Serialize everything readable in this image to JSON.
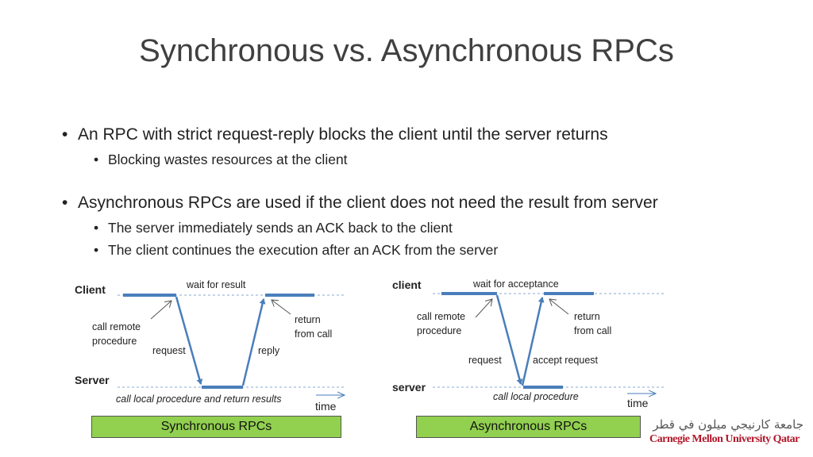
{
  "title": "Synchronous vs. Asynchronous RPCs",
  "bullets": {
    "b1": "An RPC with strict request-reply blocks the client until the server returns",
    "b1_sub1": "Blocking wastes resources at the client",
    "b2": "Asynchronous RPCs are used if the client does not need the result from server",
    "b2_sub1": "The server immediately sends an ACK back to the client",
    "b2_sub2": "The client continues the execution after an ACK from the server"
  },
  "sync": {
    "client": "Client",
    "server": "Server",
    "wait": "wait for result",
    "call1": "call remote",
    "call2": "procedure",
    "request": "request",
    "reply": "reply",
    "ret1": "return",
    "ret2": "from call",
    "local": "call local procedure and return results",
    "time": "time",
    "caption": "Synchronous RPCs"
  },
  "async": {
    "client": "client",
    "server": "server",
    "wait": "wait for acceptance",
    "call1": "call remote",
    "call2": "procedure",
    "request": "request",
    "accept": "accept request",
    "ret1": "return",
    "ret2": "from call",
    "local": "call local procedure",
    "time": "time",
    "caption": "Asynchronous RPCs"
  },
  "logo": {
    "arabic": "جامعة كارنيجي ميلون في قطر",
    "english": "Carnegie Mellon University Qatar"
  },
  "colors": {
    "line": "#4a7ebb",
    "caption_bg": "#92d050",
    "logo_red": "#b0172a"
  }
}
